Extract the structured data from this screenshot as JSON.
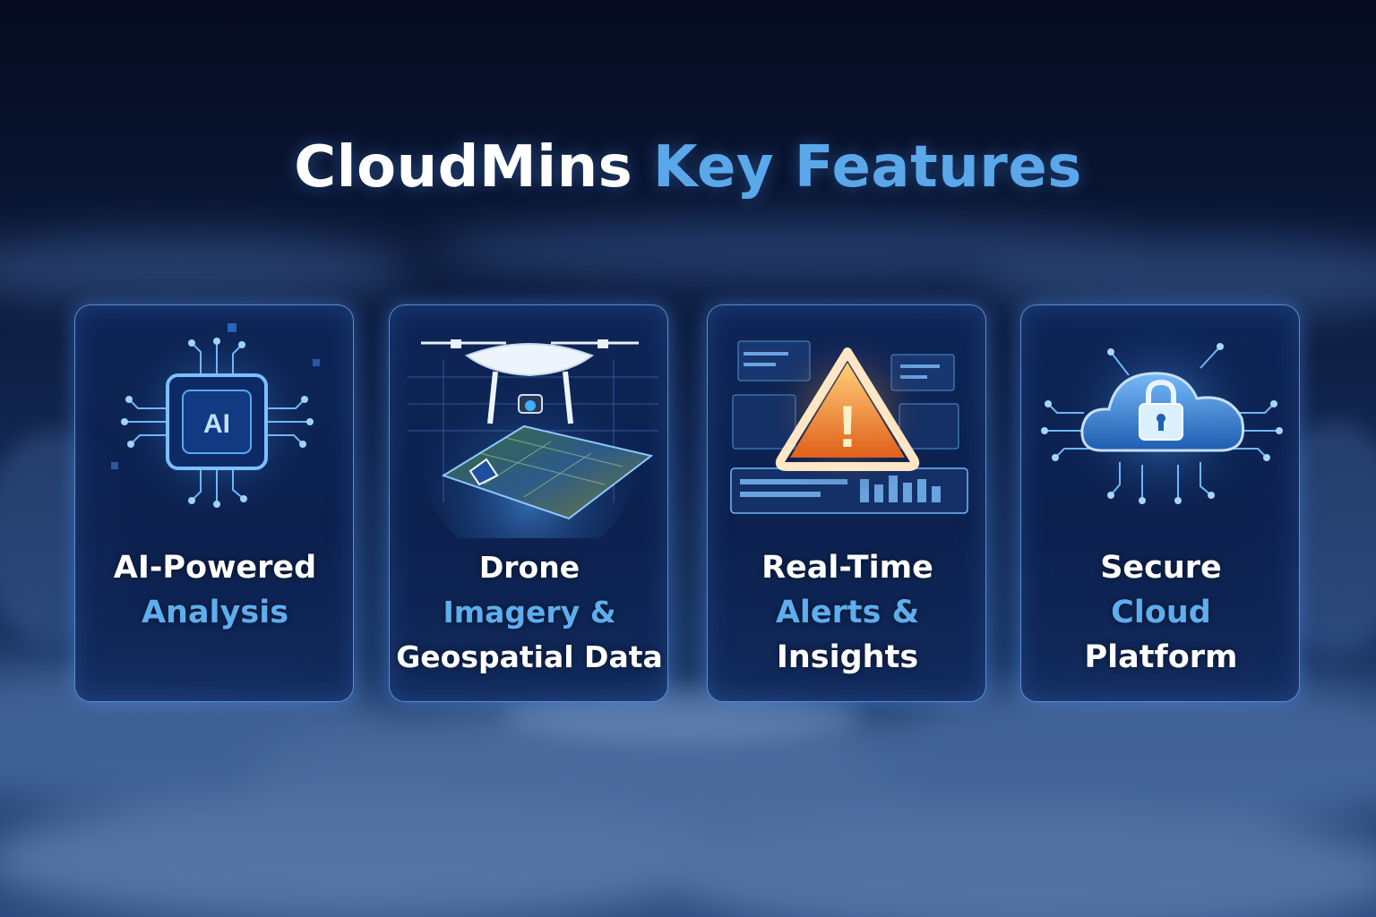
{
  "title": {
    "part1": "CloudMins",
    "part2": "Key Features"
  },
  "colors": {
    "accent_blue": "#5aa8ea",
    "alert_orange": "#ff8a2a",
    "background": "#0a1634"
  },
  "cards": [
    {
      "icon": "ai-chip-icon",
      "line1": "AI-Powered",
      "line2": "Analysis",
      "line3": "",
      "chip_text": "AI"
    },
    {
      "icon": "drone-icon",
      "line1": "Drone",
      "line2": "Imagery &",
      "line3": "Geospatial Data"
    },
    {
      "icon": "warning-alert-icon",
      "line1": "Real-Time",
      "line2": "Alerts &",
      "line3": "Insights",
      "alert_glyph": "!"
    },
    {
      "icon": "cloud-lock-icon",
      "line1": "Secure",
      "line2": "Cloud",
      "line3": "Platform"
    }
  ]
}
